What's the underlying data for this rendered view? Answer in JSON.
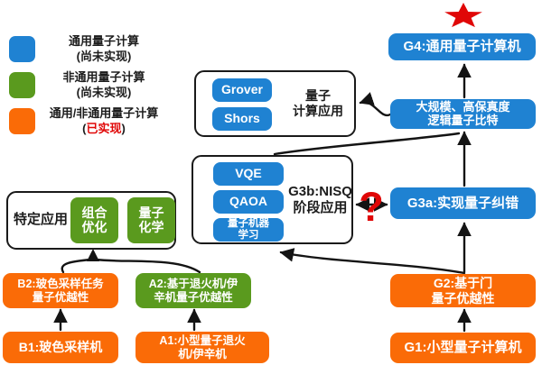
{
  "colors": {
    "blue": "#1f82d2",
    "green": "#5a9a1e",
    "orange": "#fa6b07",
    "red": "#e00707",
    "line": "#141414"
  },
  "legend": {
    "items": [
      {
        "swatch": "blue",
        "line1": "通用量子计算",
        "line2": "(尚未实现)"
      },
      {
        "swatch": "green",
        "line1": "非通用量子计算",
        "line2": "(尚未实现)"
      },
      {
        "swatch": "orange",
        "line1": "通用/非通用量子计算",
        "line2_pre": "(",
        "line2_status": "已实现",
        "line2_post": ")"
      }
    ]
  },
  "nodes": {
    "g4": {
      "label": "G4:通用量子计算机"
    },
    "logical_qubits": {
      "line1": "大规模、高保真度",
      "line2": "逻辑量子比特"
    },
    "g3a": {
      "label": "G3a:实现量子纠错"
    },
    "g2": {
      "line1": "G2:基于门",
      "line2": "量子优越性"
    },
    "g1": {
      "label": "G1:小型量子计算机"
    },
    "b2": {
      "line1": "B2:玻色采样任务",
      "line2": "量子优越性"
    },
    "a2": {
      "line1": "A2:基于退火机/伊",
      "line2": "辛机量子优越性"
    },
    "b1": {
      "label": "B1:玻色采样机"
    },
    "a1": {
      "line1": "A1:小型量子退火",
      "line2": "机/伊辛机"
    }
  },
  "groups": {
    "qc_apps": {
      "label_line1": "量子",
      "label_line2": "计算应用",
      "chips": [
        "Grover",
        "Shors"
      ]
    },
    "nisq": {
      "label_line1": "G3b:NISQ",
      "label_line2": "阶段应用",
      "chip1": "VQE",
      "chip2": "QAOA",
      "chip3_line1": "量子机器",
      "chip3_line2": "学习"
    },
    "specific": {
      "label": "特定应用",
      "chip1_line1": "组合",
      "chip1_line2": "优化",
      "chip2_line1": "量子",
      "chip2_line2": "化学"
    }
  },
  "annotations": {
    "question_mark": "?"
  }
}
